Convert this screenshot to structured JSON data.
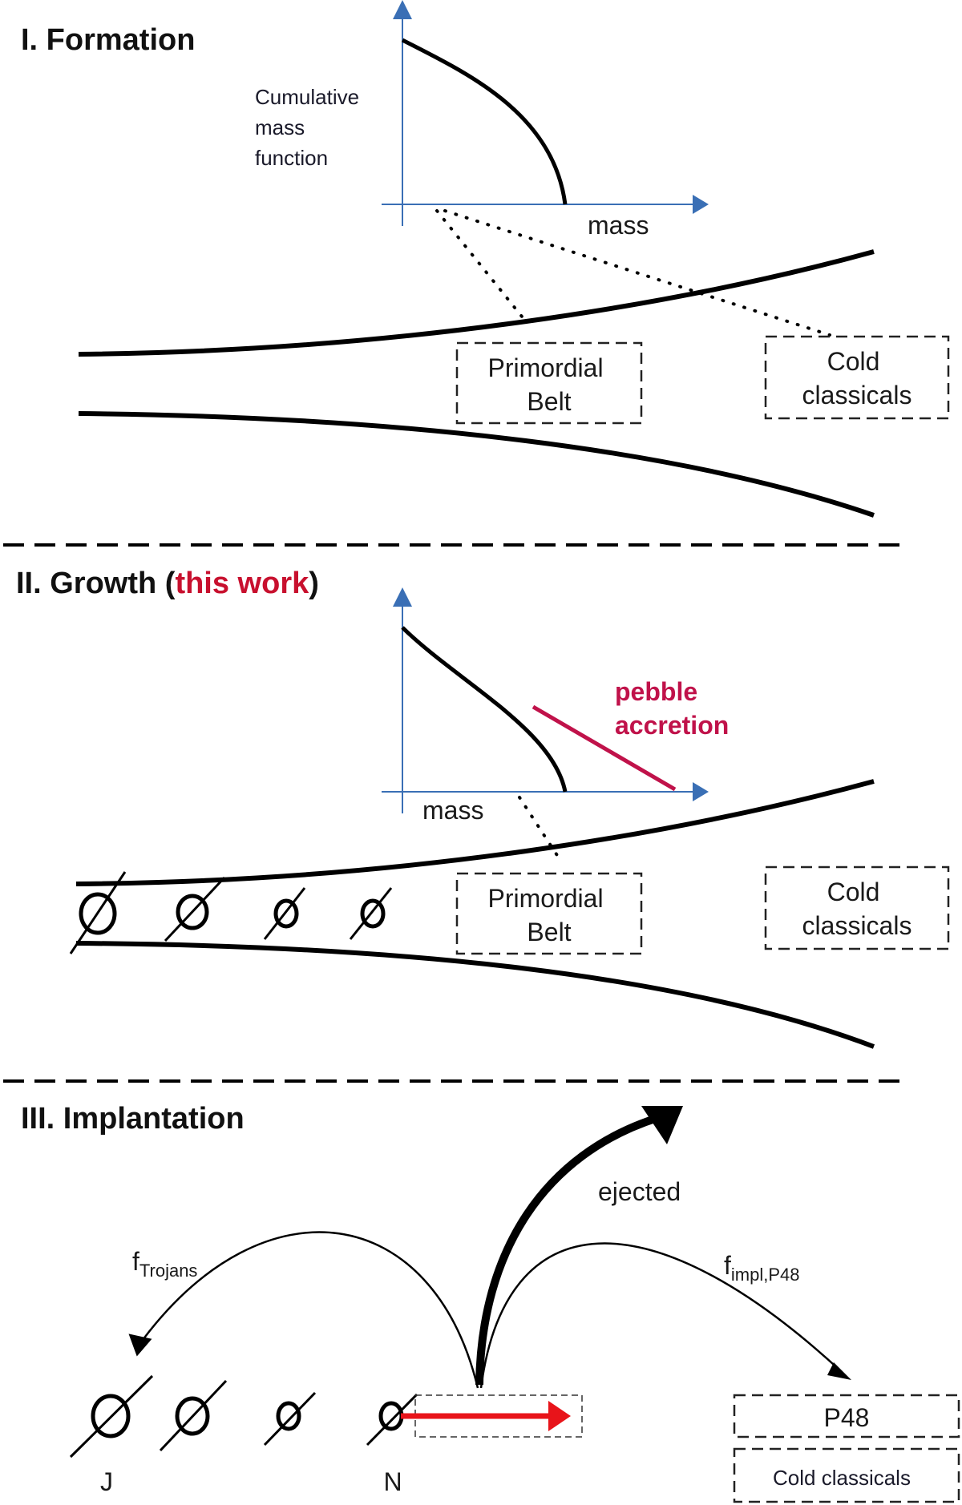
{
  "panels": {
    "formation": {
      "title": "I. Formation",
      "yaxis_label": [
        "Cumulative",
        "mass",
        "function"
      ],
      "xaxis_label": "mass",
      "box_primordial": [
        "Primordial",
        "Belt"
      ],
      "box_cold": [
        "Cold",
        "classicals"
      ]
    },
    "growth": {
      "title_prefix": "II. Growth (",
      "title_highlight": "this work",
      "title_suffix": ")",
      "xaxis_label": "mass",
      "pebble_label": [
        "pebble",
        "accretion"
      ],
      "box_primordial": [
        "Primordial",
        "Belt"
      ],
      "box_cold": [
        "Cold",
        "classicals"
      ]
    },
    "implantation": {
      "title": "III. Implantation",
      "ejected_label": "ejected",
      "trojans_label": "f",
      "trojans_sub": "Trojans",
      "impl_label": "f",
      "impl_sub": "impl,P48",
      "planet_j": "J",
      "planet_n": "N",
      "box_p48": "P48",
      "box_cold": "Cold classicals"
    }
  },
  "colors": {
    "axis": "#3a6fb5",
    "highlight": "#c8102e",
    "pebble": "#c0124a",
    "migration_arrow": "#e8141a"
  }
}
